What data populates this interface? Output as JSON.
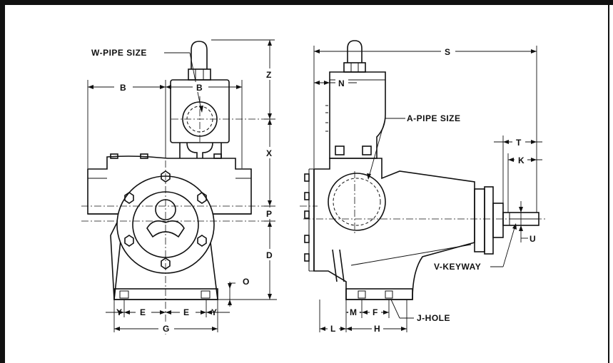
{
  "labels": {
    "w_pipe": "W-PIPE SIZE",
    "a_pipe": "A-PIPE SIZE",
    "v_keyway": "V-KEYWAY",
    "j_hole": "J-HOLE",
    "B1": "B",
    "B2": "B",
    "Z": "Z",
    "X": "X",
    "P": "P",
    "D": "D",
    "O": "O",
    "Y1": "Y",
    "E1": "E",
    "E2": "E",
    "Y2": "Y",
    "G": "G",
    "S": "S",
    "N": "N",
    "T": "T",
    "K": "K",
    "U": "U",
    "M": "M",
    "F": "F",
    "L": "L",
    "H": "H"
  },
  "colors": {
    "ink": "#111111",
    "paper": "#ffffff"
  }
}
